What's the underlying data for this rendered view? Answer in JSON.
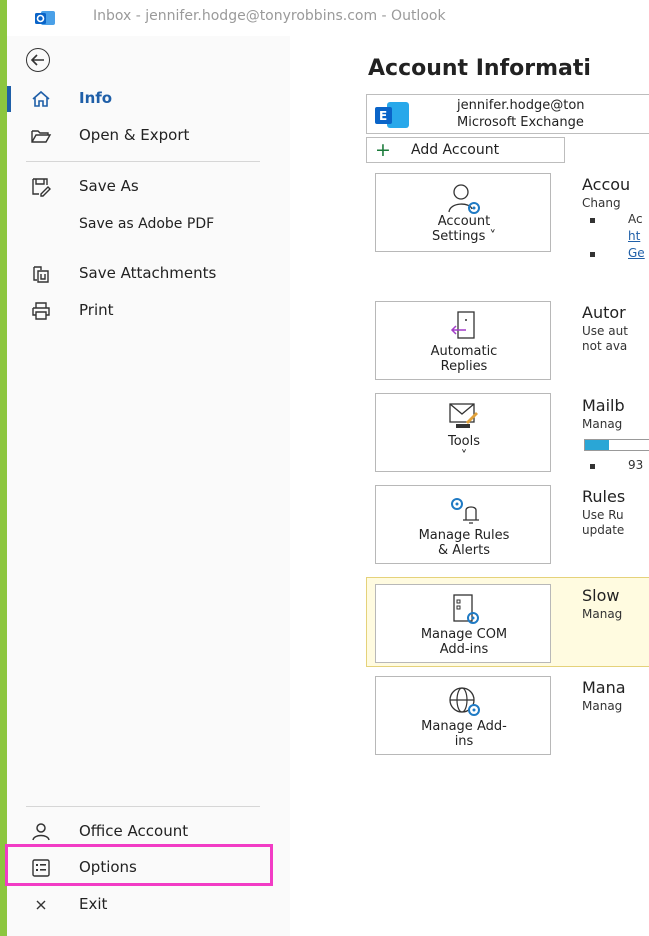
{
  "window": {
    "title": "Inbox - jennifer.hodge@tonyrobbins.com  -  Outlook"
  },
  "sidebar": {
    "items": [
      {
        "label": "Info",
        "icon": "home-icon"
      },
      {
        "label": "Open & Export",
        "icon": "folder-open-icon"
      },
      {
        "label": "Save As",
        "icon": "save-as-icon"
      },
      {
        "label": "Save as Adobe PDF",
        "icon": ""
      },
      {
        "label": "Save Attachments",
        "icon": "attachments-icon"
      },
      {
        "label": "Print",
        "icon": "printer-icon"
      },
      {
        "label": "Office Account",
        "icon": "person-icon"
      },
      {
        "label": "Options",
        "icon": "options-icon"
      },
      {
        "label": "Exit",
        "icon": "close-icon"
      }
    ]
  },
  "main": {
    "title": "Account Informati",
    "account": {
      "email": "jennifer.hodge@ton",
      "type": "Microsoft Exchange"
    },
    "add_account_label": "Add Account",
    "tiles": [
      {
        "label_line1": "Account",
        "label_line2": "Settings ˅"
      },
      {
        "label_line1": "Automatic",
        "label_line2": "Replies"
      },
      {
        "label_line1": "Tools",
        "label_line2": "˅"
      },
      {
        "label_line1": "Manage Rules",
        "label_line2": "& Alerts"
      },
      {
        "label_line1": "Manage COM",
        "label_line2": "Add-ins"
      },
      {
        "label_line1": "Manage Add-",
        "label_line2": "ins"
      }
    ],
    "sections": {
      "account_settings": {
        "title": "Accou",
        "desc": "Chang",
        "item1": "Ac",
        "link1": "ht",
        "link2": "Ge"
      },
      "automatic_replies": {
        "title": "Autor",
        "desc1": "Use aut",
        "desc2": "not ava"
      },
      "mailbox": {
        "title": "Mailb",
        "desc": "Manag",
        "storage_text": "93",
        "storage_fill_fraction": 0.36
      },
      "rules": {
        "title": "Rules",
        "desc1": "Use Ru",
        "desc2": "update"
      },
      "slow": {
        "title": "Slow",
        "desc": "Manag"
      },
      "manage_addins": {
        "title": "Mana",
        "desc": "Manag"
      }
    }
  },
  "colors": {
    "accent": "#1f5fa8",
    "highlight": "#f23cc5",
    "green_strip": "#8cc63f",
    "storage_fill": "#2aa6d6",
    "slow_panel_bg": "#fffbe0"
  }
}
